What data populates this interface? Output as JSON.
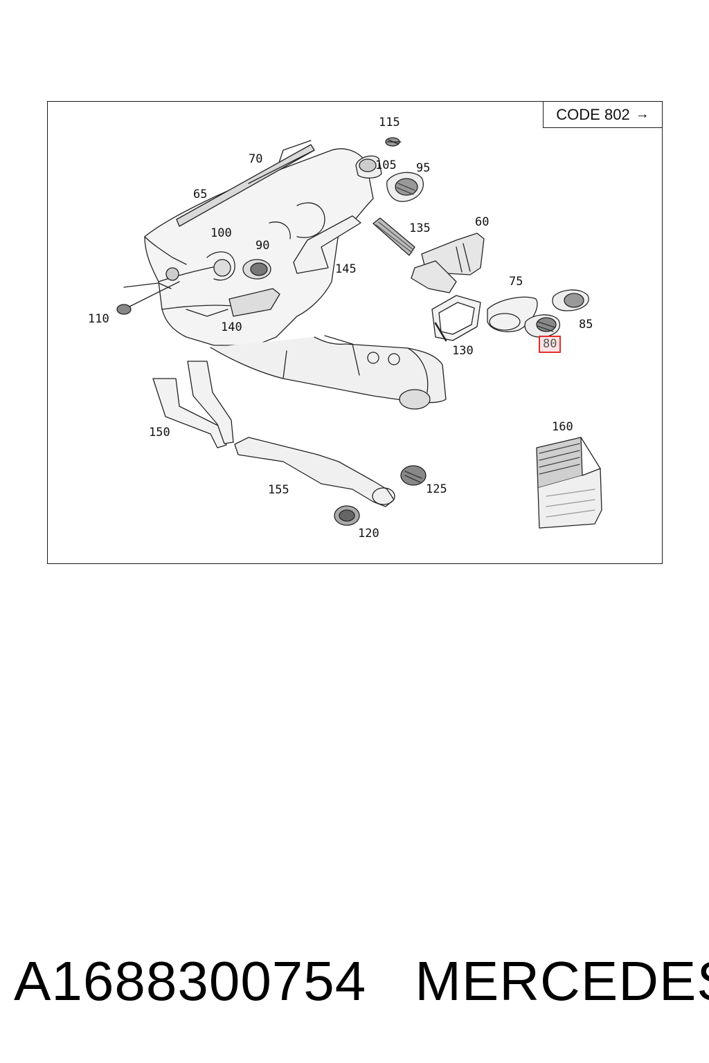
{
  "diagram": {
    "code_label": "CODE 802",
    "callouts": [
      {
        "id": "115",
        "label": "115"
      },
      {
        "id": "70",
        "label": "70"
      },
      {
        "id": "105",
        "label": "105"
      },
      {
        "id": "95",
        "label": "95"
      },
      {
        "id": "65",
        "label": "65"
      },
      {
        "id": "135",
        "label": "135"
      },
      {
        "id": "60",
        "label": "60"
      },
      {
        "id": "100",
        "label": "100"
      },
      {
        "id": "90",
        "label": "90"
      },
      {
        "id": "145",
        "label": "145"
      },
      {
        "id": "75",
        "label": "75"
      },
      {
        "id": "110",
        "label": "110"
      },
      {
        "id": "140",
        "label": "140"
      },
      {
        "id": "85",
        "label": "85"
      },
      {
        "id": "130",
        "label": "130"
      },
      {
        "id": "80",
        "label": "80",
        "highlighted": true
      },
      {
        "id": "160",
        "label": "160"
      },
      {
        "id": "150",
        "label": "150"
      },
      {
        "id": "155",
        "label": "155"
      },
      {
        "id": "125",
        "label": "125"
      },
      {
        "id": "120",
        "label": "120"
      }
    ],
    "highlight_color": "#e0302e"
  },
  "footer": {
    "part_number": "A1688300754",
    "brand": "MERCEDES"
  }
}
